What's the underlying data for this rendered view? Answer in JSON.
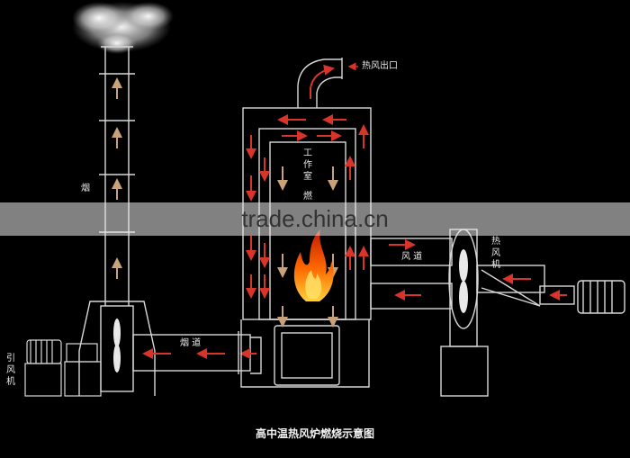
{
  "labels": {
    "hot_air_outlet": "热风出口",
    "work_chamber": [
      "工",
      "作",
      "室"
    ],
    "burn": "燃",
    "chimney": "烟",
    "air_duct": "风 道",
    "flue_duct": "烟 道",
    "hot_air_fan": [
      "热",
      "风",
      "机"
    ],
    "induced_fan": [
      "引",
      "风",
      "机"
    ]
  },
  "title": "高中温热风炉燃烧示意图",
  "watermark": "trade.china.cn",
  "colors": {
    "background": "#000000",
    "line": "#d8d8d8",
    "arrow_red": "#d8342a",
    "arrow_tan": "#c9a27a",
    "flame": "#ff5a00"
  }
}
